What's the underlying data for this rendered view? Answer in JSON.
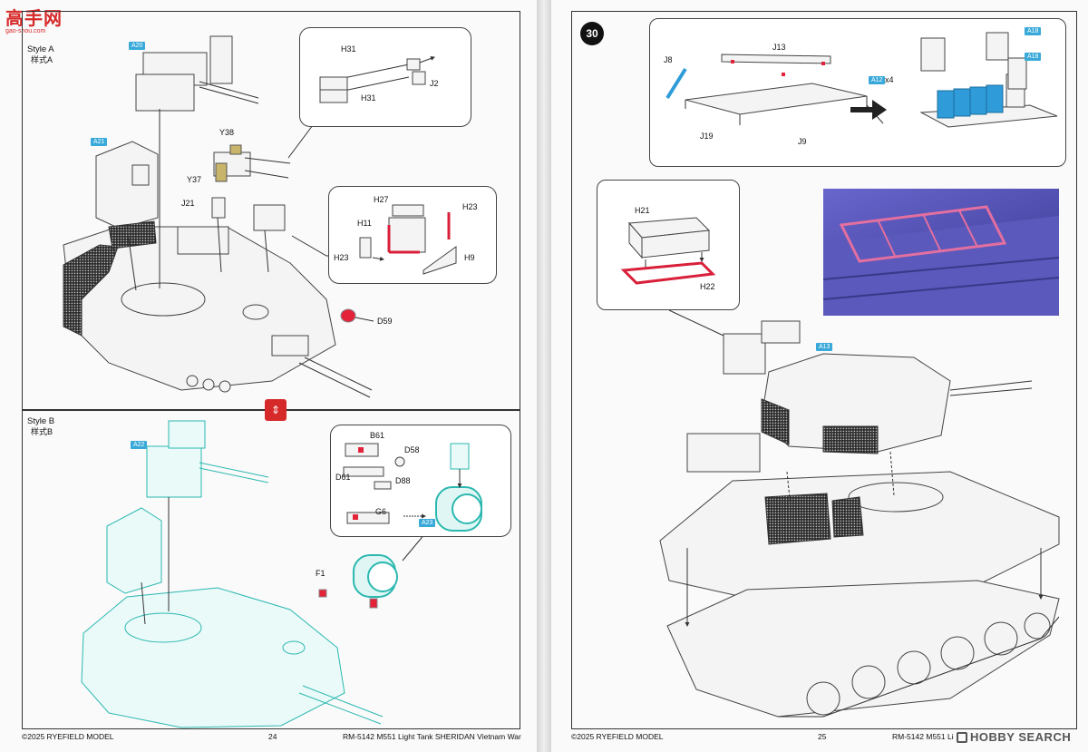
{
  "watermark": {
    "text": "高手网",
    "subtext": "gao-shou.com"
  },
  "left_page": {
    "style_a": {
      "label": "Style A",
      "label_cn": "样式A"
    },
    "style_b": {
      "label": "Style B",
      "label_cn": "样式B"
    },
    "tags": {
      "a20": "A20",
      "a21": "A21",
      "a22": "A22",
      "a23": "A23"
    },
    "parts": {
      "h31_top": "H31",
      "h31_bottom": "H31",
      "j2": "J2",
      "y38": "Y38",
      "y37": "Y37",
      "j21": "J21",
      "h27": "H27",
      "h11": "H11",
      "h23_right": "H23",
      "h23_left": "H23",
      "h9": "H9",
      "d59": "D59",
      "b61": "B61",
      "d58": "D58",
      "d61": "D61",
      "d88": "D88",
      "g6": "G6",
      "f1": "F1"
    },
    "footer": {
      "copyright": "©2025 RYEFIELD MODEL",
      "page_number": "24",
      "title": "RM-5142 M551 Light Tank SHERIDAN Vietnam War"
    }
  },
  "right_page": {
    "step": "30",
    "tags": {
      "a18_top": "A18",
      "a18_bottom": "A18",
      "a12": "A12",
      "a13": "A13"
    },
    "parts": {
      "j8": "J8",
      "j13": "J13",
      "j19": "J19",
      "j9": "J9",
      "x4": "x4",
      "h21": "H21",
      "h22": "H22"
    },
    "footer": {
      "copyright": "©2025 RYEFIELD MODEL",
      "page_number": "25",
      "title": "RM-5142 M551 Light Tank SHERIDAN Vietnam War"
    }
  },
  "site_mark": {
    "text": "HOBBY SEARCH"
  },
  "colors": {
    "accent_tag": "#39a9d9",
    "etch_red": "#d9203a",
    "style_b_teal": "#2bb8b0",
    "ammo_blue": "#2f9bd8",
    "photo_purple": "#5552b8"
  }
}
